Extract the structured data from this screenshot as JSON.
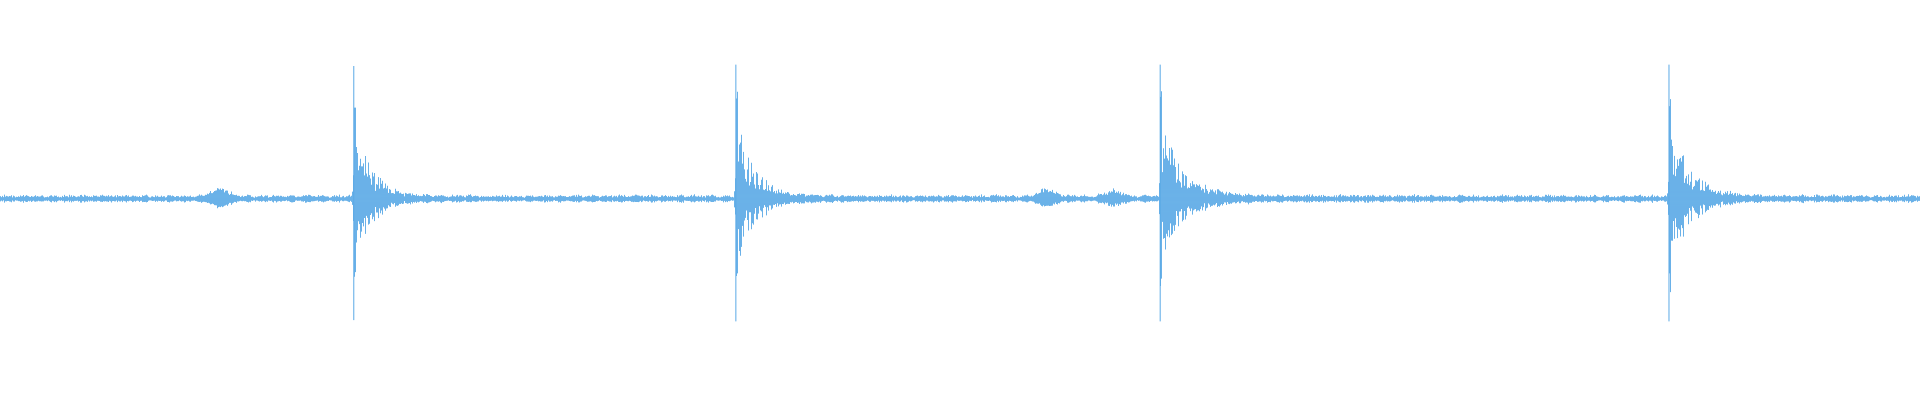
{
  "chart_data": {
    "type": "area",
    "title": "",
    "xlabel": "",
    "ylabel": "",
    "ylim": [
      -1,
      1
    ],
    "grid": false,
    "legend": "none",
    "x_range": [
      0,
      1
    ],
    "series": [
      {
        "color": "#5aa9e6",
        "noise_floor": 0.035,
        "transients": [
          {
            "x": 0.184,
            "peak": 0.99,
            "decay": 0.009
          },
          {
            "x": 0.383,
            "peak": 1.0,
            "decay": 0.01
          },
          {
            "x": 0.604,
            "peak": 1.0,
            "decay": 0.012
          },
          {
            "x": 0.869,
            "peak": 1.0,
            "decay": 0.011
          }
        ],
        "bumps": [
          {
            "x": 0.114,
            "amp": 0.08
          },
          {
            "x": 0.545,
            "amp": 0.07
          },
          {
            "x": 0.58,
            "amp": 0.06
          }
        ]
      }
    ]
  }
}
